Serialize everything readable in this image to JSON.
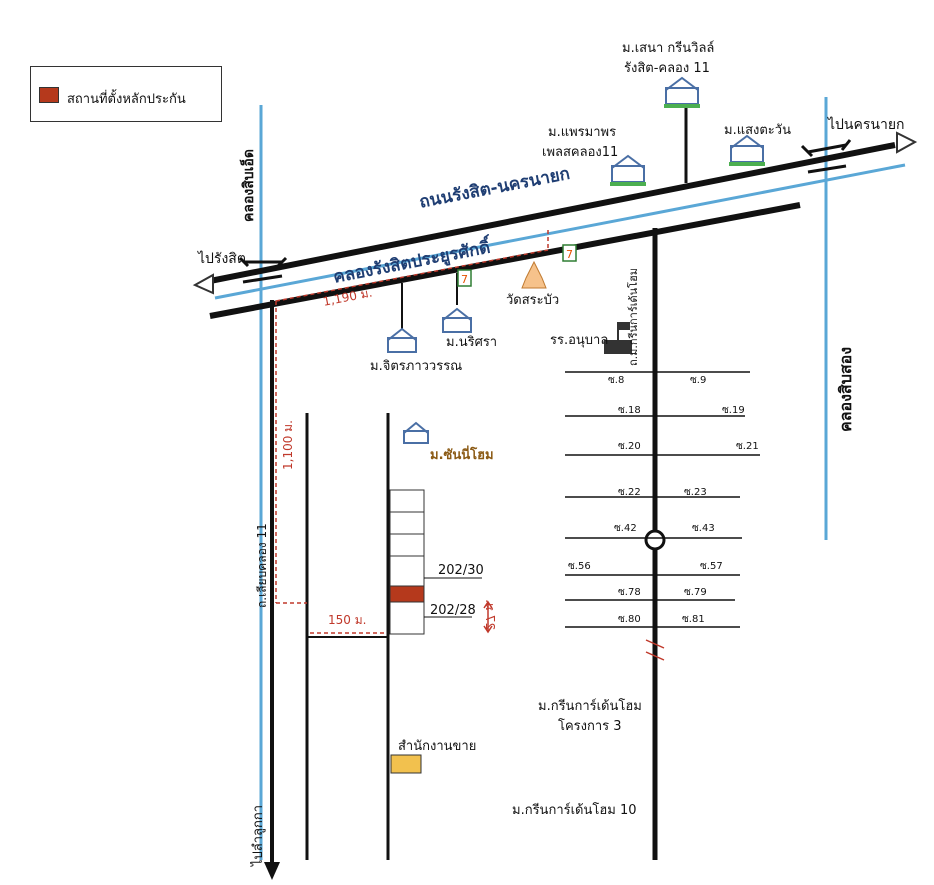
{
  "legend": {
    "label": "สถานที่ตั้งหลักประกัน",
    "swatch_color": "#b5391c"
  },
  "roads": {
    "main_road": "ถนนรังสิต-นครนายก",
    "main_canal": "คลองรังสิตประยูรศักดิ์",
    "to_rangsit": "ไปรังสิต",
    "to_nakhon_nayok": "ไปนครนายก",
    "left_canal": "คลองสิบเอ็ด",
    "right_canal": "คลองสิบสอง",
    "side_road_left": "ถ.เลียบคลอง 11",
    "to_lam_luk_ka": "ไปลำลูกกา",
    "village_road": "ถ.ม.กรีนการ์เด้นโฮม"
  },
  "places": {
    "senna": [
      "ม.เสนา กรีนวิลล์",
      "รังสิต-คลอง 11"
    ],
    "pruksa": [
      "ม.แพรมาพร",
      "เพลสคลอง11"
    ],
    "saengtawan": "ม.แสงตะวัน",
    "jitra": "ม.จิตรภาววรรณ",
    "narisara": "ม.นริศรา",
    "wat": "วัดสระบัว",
    "school": "รร.อนุบาล",
    "sunny_home": "ม.ซันนี่โฮม",
    "green_garden_3": [
      "ม.กรีนการ์เด้นโฮม",
      "โครงการ 3"
    ],
    "green_garden_10": "ม.กรีนการ์เด้นโฮม 10",
    "sales_office": "สำนักงานขาย"
  },
  "distances": {
    "d1190": "1,190 ม.",
    "d1100": "1,100 ม.",
    "d150": "150 ม.",
    "d27": "27 ม."
  },
  "parcels": {
    "p1": "202/30",
    "p2": "202/28"
  },
  "sois": [
    [
      "ซ.8",
      "ซ.9"
    ],
    [
      "ซ.18",
      "ซ.19"
    ],
    [
      "ซ.20",
      "ซ.21"
    ],
    [
      "ซ.22",
      "ซ.23"
    ],
    [
      "ซ.42",
      "ซ.43"
    ],
    [
      "ซ.56",
      "ซ.57"
    ],
    [
      "ซ.78",
      "ซ.79"
    ],
    [
      "ซ.80",
      "ซ.81"
    ]
  ],
  "colors": {
    "road": "#111111",
    "canal": "#5aa7d6",
    "distance": "#c0392b",
    "house": "#4a6fa5",
    "office": "#f2c14e"
  }
}
